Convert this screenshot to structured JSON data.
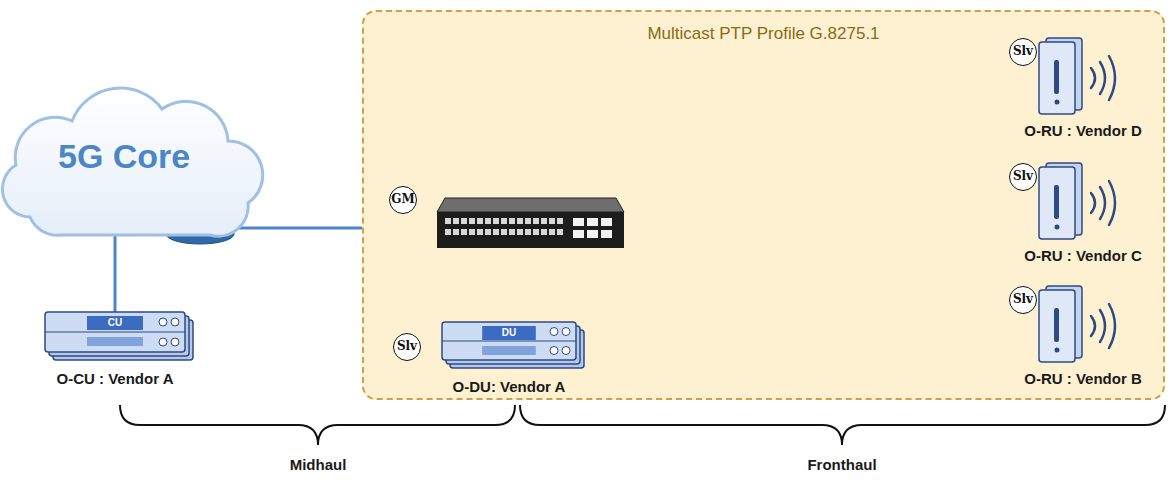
{
  "diagram": {
    "nodes": [
      {
        "text": [
          "Multicast PTP Profile G.8275.1"
        ]
      },
      {
        "text": [
          "5G Core"
        ]
      },
      {
        "text": [
          "CU",
          "O-CU : Vendor A"
        ]
      },
      {
        "text": [
          "GM"
        ],
        "in": 0
      },
      {
        "text": [
          "Slv",
          "DU",
          "O-DU: Vendor A"
        ],
        "in": 0
      },
      {
        "text": [
          "Slv",
          "O-RU : Vendor D"
        ],
        "in": 0
      },
      {
        "text": [
          "Slv",
          "O-RU : Vendor C"
        ],
        "in": 0
      },
      {
        "text": [
          "Slv",
          "O-RU : Vendor B"
        ],
        "in": 0
      }
    ],
    "edges": [
      {
        "from": 1,
        "to": 2,
        "arrow": "none"
      },
      {
        "from": 1,
        "to": 3,
        "arrow": "none"
      },
      {
        "from": 3,
        "to": 4,
        "arrow": "none"
      },
      {
        "from": 3,
        "to": 5,
        "arrow": "none"
      },
      {
        "from": 3,
        "to": 6,
        "arrow": "none"
      },
      {
        "from": 3,
        "to": 7,
        "arrow": "none"
      }
    ],
    "labels": [
      "Midhaul",
      "Fronthaul"
    ]
  }
}
